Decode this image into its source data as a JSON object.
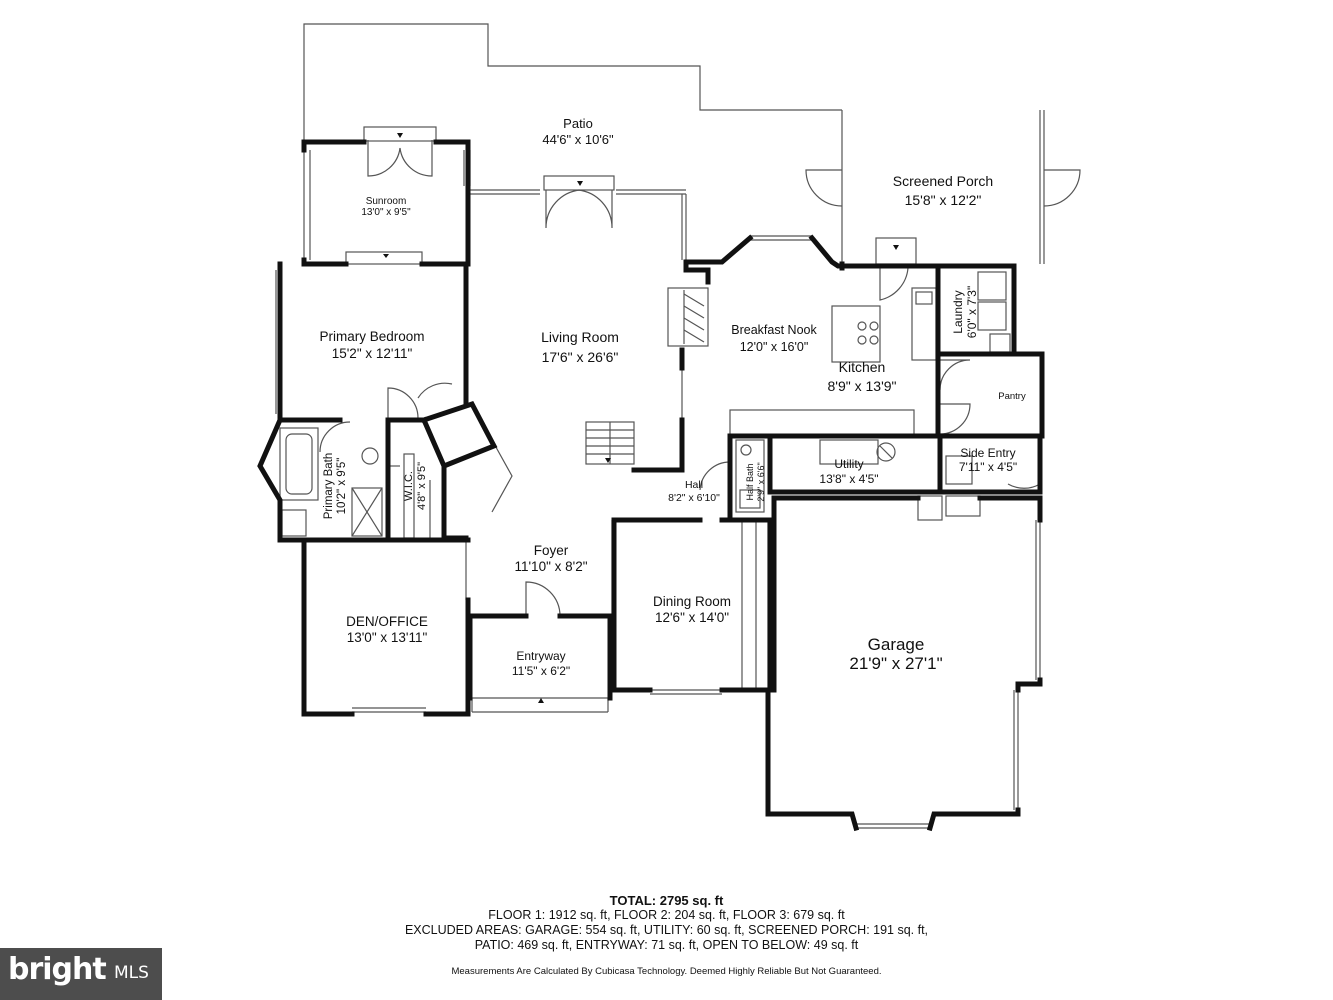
{
  "rooms": {
    "patio": {
      "name": "Patio",
      "dims": "44'6\" x 10'6\""
    },
    "screened_porch": {
      "name": "Screened Porch",
      "dims": "15'8\" x 12'2\""
    },
    "sunroom": {
      "name": "Sunroom",
      "dims": "13'0\" x 9'5\""
    },
    "primary_bedroom": {
      "name": "Primary Bedroom",
      "dims": "15'2\" x 12'11\""
    },
    "living_room": {
      "name": "Living Room",
      "dims": "17'6\" x 26'6\""
    },
    "breakfast_nook": {
      "name": "Breakfast Nook",
      "dims": "12'0\" x 16'0\""
    },
    "kitchen": {
      "name": "Kitchen",
      "dims": "8'9\" x 13'9\""
    },
    "laundry": {
      "name": "Laundry",
      "dims": "6'0\" x 7'3\""
    },
    "pantry": {
      "name": "Pantry"
    },
    "primary_bath": {
      "name": "Primary Bath",
      "dims": "10'2\" x 9'5\""
    },
    "wic": {
      "name": "W.I.C.",
      "dims": "4'8\" x 9'5\""
    },
    "hall": {
      "name": "Hall",
      "dims": "8'2\" x 6'10\""
    },
    "half_bath": {
      "name": "Half Bath",
      "dims": "2'9\" x 6'6\""
    },
    "utility": {
      "name": "Utility",
      "dims": "13'8\" x 4'5\""
    },
    "side_entry": {
      "name": "Side Entry",
      "dims": "7'11\" x 4'5\""
    },
    "foyer": {
      "name": "Foyer",
      "dims": "11'10\" x 8'2\""
    },
    "den_office": {
      "name": "DEN/OFFICE",
      "dims": "13'0\" x 13'11\""
    },
    "dining_room": {
      "name": "Dining Room",
      "dims": "12'6\" x 14'0\""
    },
    "entryway": {
      "name": "Entryway",
      "dims": "11'5\" x 6'2\""
    },
    "garage": {
      "name": "Garage",
      "dims": "21'9\" x 27'1\""
    }
  },
  "summary": {
    "total": "TOTAL: 2795 sq. ft",
    "floors": "FLOOR 1: 1912 sq. ft, FLOOR 2: 204 sq. ft, FLOOR 3: 679 sq. ft",
    "excluded_1": "EXCLUDED AREAS: GARAGE: 554 sq. ft, UTILITY: 60 sq. ft, SCREENED PORCH: 191 sq. ft,",
    "excluded_2": "PATIO: 469 sq. ft, ENTRYWAY: 71 sq. ft, OPEN TO BELOW: 49 sq. ft",
    "disclaimer": "Measurements Are Calculated By Cubicasa Technology. Deemed Highly Reliable But Not Guaranteed."
  },
  "logo": {
    "brand": "bright",
    "suffix": "MLS"
  },
  "colors": {
    "wall": "#111111",
    "thin": "#555555",
    "background": "#ffffff",
    "logo_bg": "#4d4d4d"
  }
}
